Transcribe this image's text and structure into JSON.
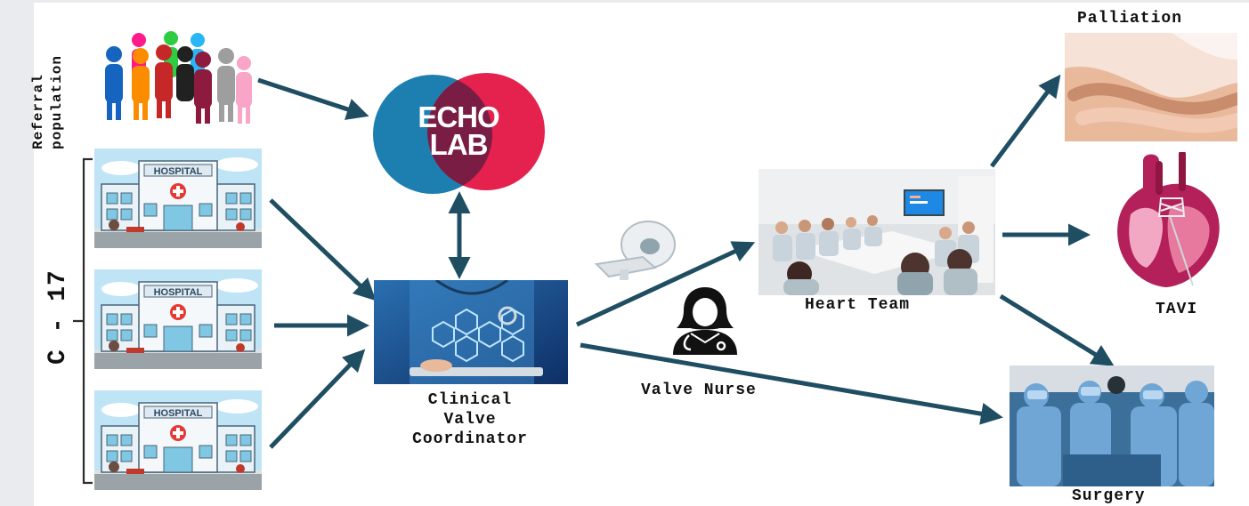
{
  "labels": {
    "referral_population": "Referral population",
    "c17": "C - 17",
    "clinical_valve_coordinator": [
      "Clinical",
      "Valve",
      "Coordinator"
    ],
    "valve_nurse": "Valve Nurse",
    "heart_team": "Heart Team",
    "palliation": "Palliation",
    "tavi": "TAVI",
    "surgery": "Surgery"
  },
  "logo": {
    "line1": "ECHO",
    "line2": "LAB"
  },
  "hospital_sign": "HOSPITAL",
  "colors": {
    "arrow": "#1f4e63",
    "logo_blue": "#1d7fb0",
    "logo_red": "#e5214d",
    "logo_overlap": "#7a1d45",
    "sky": "#bfe4f6"
  }
}
